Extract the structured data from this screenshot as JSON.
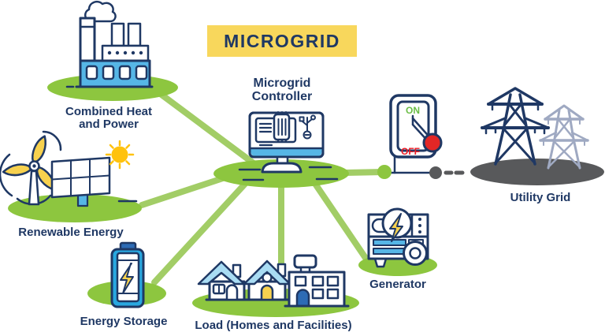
{
  "diagram_title": {
    "label": "MICROGRID"
  },
  "controller": {
    "line1": "Microgrid",
    "line2": "Controller"
  },
  "nodes": {
    "chp": {
      "line1": "Combined Heat",
      "line2": "and Power"
    },
    "renewable": {
      "label": "Renewable Energy"
    },
    "storage": {
      "label": "Energy Storage"
    },
    "load": {
      "label": "Load (Homes and Facilities)"
    },
    "generator": {
      "label": "Generator"
    },
    "utility": {
      "label": "Utility Grid"
    }
  },
  "switch": {
    "on": "ON",
    "off": "OFF"
  },
  "colors": {
    "navy": "#1F3864",
    "platform_green": "#8DC63F",
    "line_green": "#A2CD66",
    "blue_fill": "#56B6E6",
    "roof_blue": "#A9DCF3",
    "battery_blue": "#29A8E0",
    "battery_cap_blue": "#2D6BB5",
    "yellow": "#F7D14E",
    "sun_yellow": "#FFC20E",
    "title_yellow": "#F8D75C",
    "knob_red": "#E32726",
    "on_green": "#6ABD45",
    "off_red": "#ED1C24",
    "gray": "#58595B",
    "light_tower_blue": "#9FA9C2",
    "door_blue": "#2D6BB5"
  },
  "icons": [
    "factory-icon",
    "computer-monitor-icon",
    "wind-turbine-icon",
    "solar-panel-icon",
    "sun-icon",
    "battery-icon",
    "house-icon",
    "building-icon",
    "generator-icon",
    "toggle-switch-icon",
    "transmission-tower-icon",
    "usb-icon",
    "chip-icon",
    "lightning-bolt-icon"
  ]
}
